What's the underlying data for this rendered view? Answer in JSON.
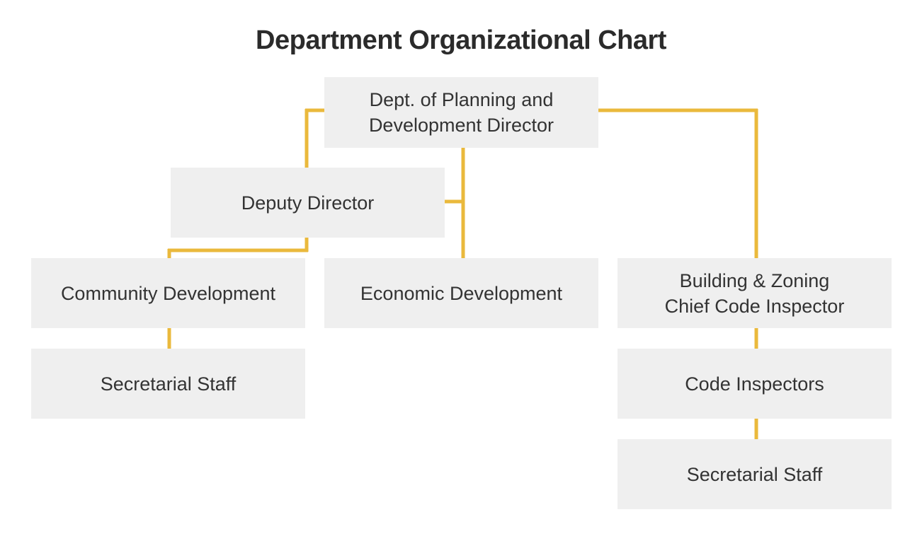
{
  "title": "Department Organizational Chart",
  "colors": {
    "connector": "#eab93c",
    "box_fill": "#efefef",
    "text": "#333333"
  },
  "nodes": {
    "director": {
      "line1": "Dept. of Planning and",
      "line2": "Development Director"
    },
    "deputy": {
      "label": "Deputy Director"
    },
    "community": {
      "label": "Community Development"
    },
    "economic": {
      "label": "Economic Development"
    },
    "building": {
      "line1": "Building & Zoning",
      "line2": "Chief Code Inspector"
    },
    "community_staff": {
      "label": "Secretarial Staff"
    },
    "code_inspectors": {
      "label": "Code Inspectors"
    },
    "building_staff": {
      "label": "Secretarial Staff"
    }
  }
}
